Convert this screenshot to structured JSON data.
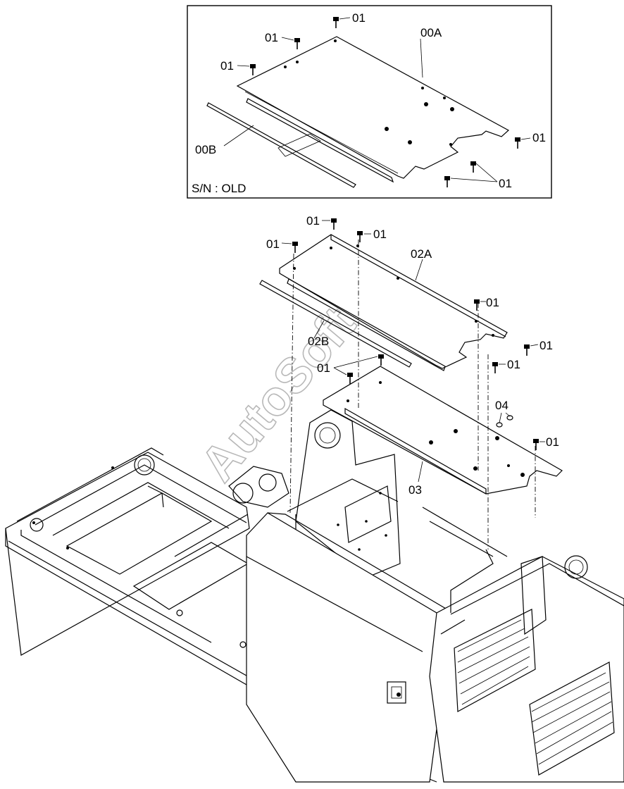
{
  "inset": {
    "caption": "S/N : OLD",
    "labels": {
      "a1": "01",
      "a2": "01",
      "a3": "01",
      "a4": "01",
      "a5": "01",
      "plate": "00A",
      "strip": "00B"
    }
  },
  "main": {
    "labels": {
      "b1": "01",
      "b2": "01",
      "b3": "01",
      "b4": "01",
      "b5": "01",
      "b6": "01",
      "b7": "01",
      "b8": "01",
      "plate": "02A",
      "strip": "02B",
      "cover": "03",
      "nut": "04"
    }
  },
  "watermark": "AutoSoft"
}
